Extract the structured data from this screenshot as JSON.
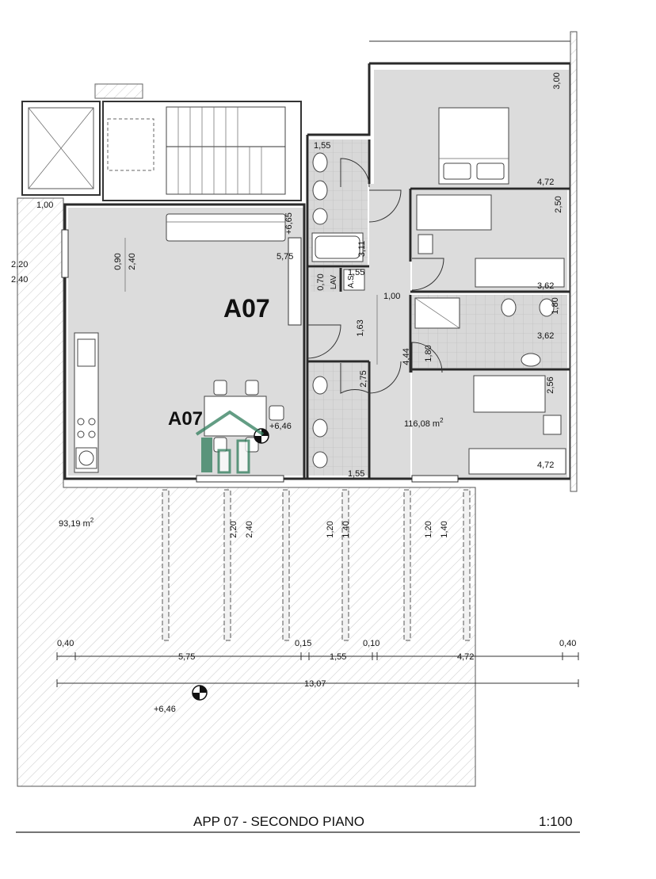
{
  "title": "APP 07 - SECONDO PIANO",
  "scale": "1:100",
  "apartment": {
    "label_main": "A07",
    "label_secondary": "A07",
    "interior_area": "116,08 m",
    "terrace_area": "93,19 m",
    "area_unit_exp": "2",
    "level_living": "+6,46",
    "level_terrace": "+6,46",
    "level_stair": "+6,65"
  },
  "dimensions": {
    "room_living": [
      "0,90",
      "2,40",
      "5,75",
      "1,00",
      "2,20",
      "2,40"
    ],
    "bath_top": [
      "1,55",
      "3,11",
      "0,70",
      "1,55"
    ],
    "corridor": [
      "1,00",
      "1,63",
      "2,75",
      "4,44",
      "1,80",
      "1,55"
    ],
    "bedrooms": [
      "3,00",
      "4,72",
      "2,50",
      "3,62",
      "1,80",
      "3,62",
      "2,56",
      "4,72"
    ],
    "windows": [
      "2,20",
      "2,40",
      "1,20",
      "1,40",
      "1,20",
      "1,40"
    ],
    "chain_upper": [
      "0,40",
      "5,75",
      "0,15",
      "1,55",
      "0,10",
      "4,72",
      "0,40"
    ],
    "chain_total": "13,07"
  },
  "fixture_labels": {
    "lav": "LAV",
    "washer": "A.S."
  },
  "colors": {
    "floor": "#dcdcdc",
    "wall": "#2a2a2a",
    "watermark": "#2f7d5b"
  }
}
